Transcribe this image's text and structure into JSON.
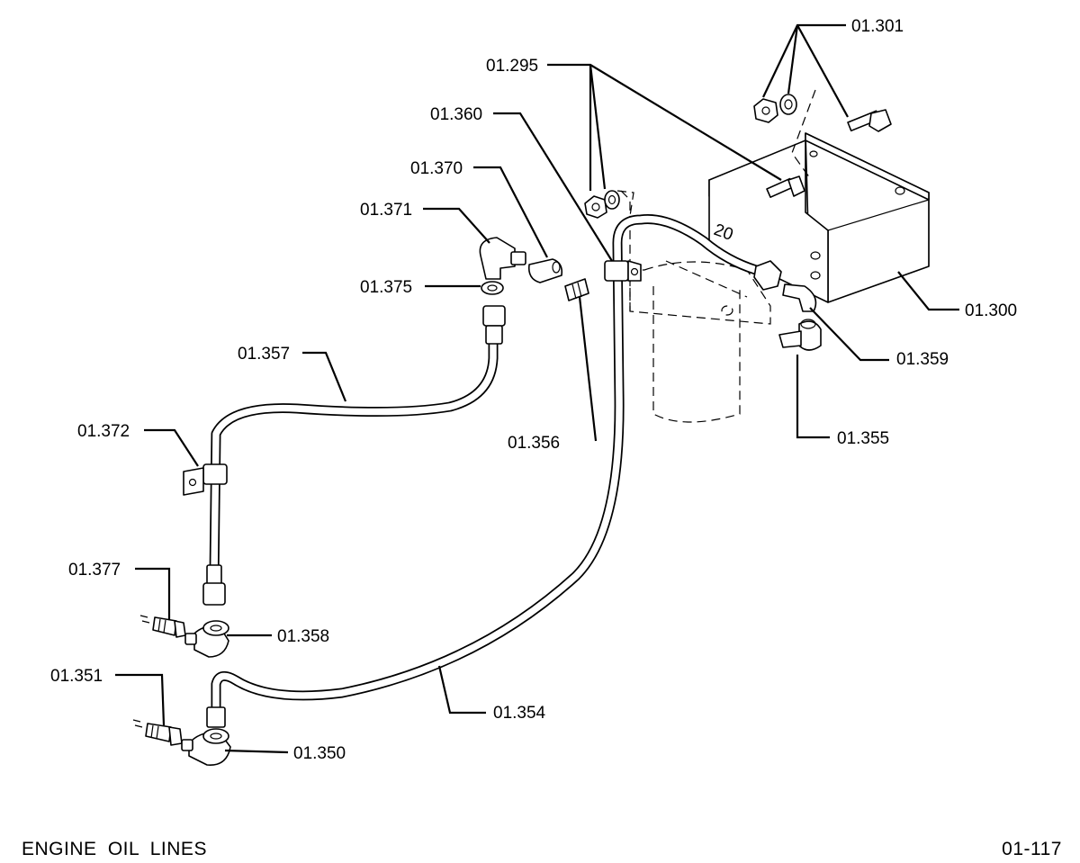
{
  "footer": {
    "title": "ENGINE OIL LINES",
    "page_number": "01-117"
  },
  "labels": {
    "p01_301": "01.301",
    "p01_295": "01.295",
    "p01_360": "01.360",
    "p01_370": "01.370",
    "p01_371": "01.371",
    "p01_375": "01.375",
    "p01_357": "01.357",
    "p01_372": "01.372",
    "p01_356": "01.356",
    "p01_300": "01.300",
    "p01_359": "01.359",
    "p01_355": "01.355",
    "p01_377": "01.377",
    "p01_358": "01.358",
    "p01_351": "01.351",
    "p01_354": "01.354",
    "p01_350": "01.350"
  }
}
